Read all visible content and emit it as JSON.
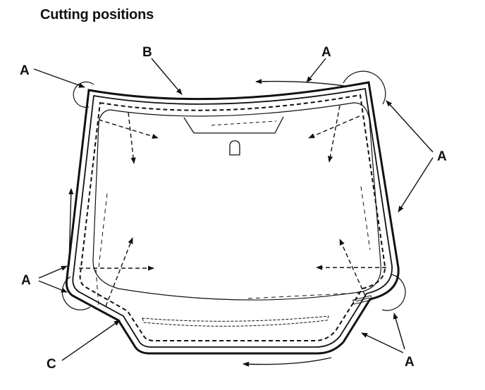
{
  "title": "Cutting positions",
  "callouts": {
    "a": "A",
    "b": "B",
    "c": "C"
  },
  "colors": {
    "ink": "#111111",
    "paper": "#ffffff"
  }
}
